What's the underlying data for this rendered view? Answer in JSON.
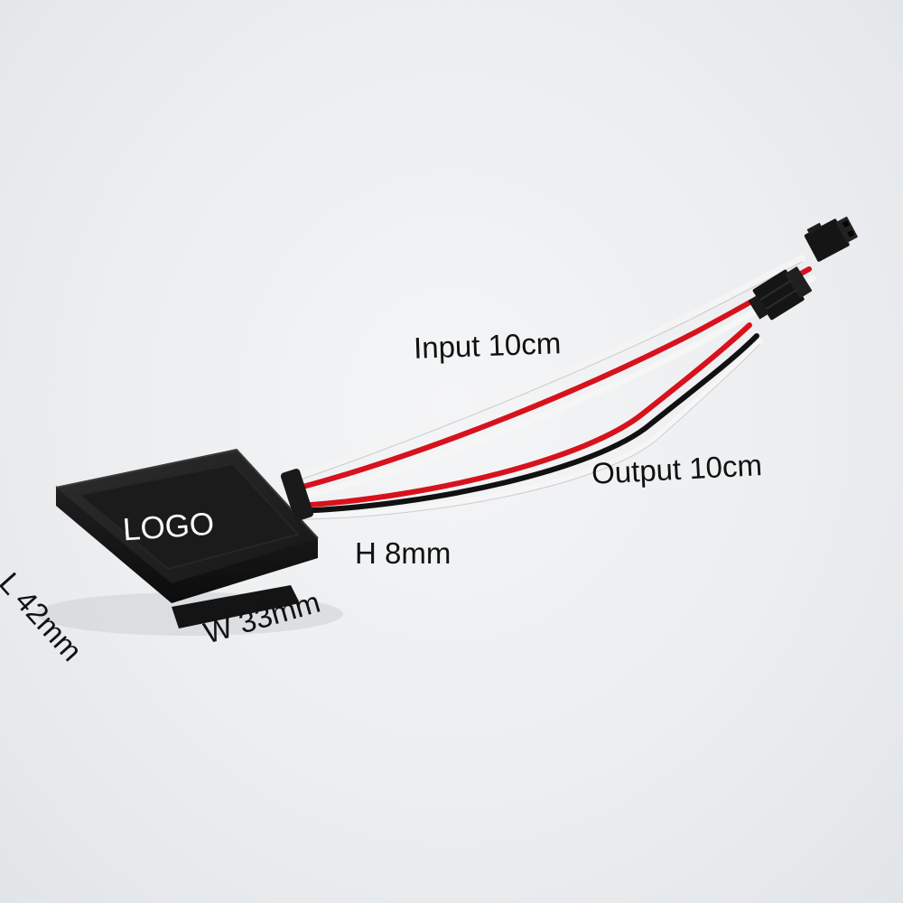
{
  "product": {
    "logo_text": "LOGO",
    "body_color": "#1c1c1c",
    "wire_colors": {
      "white": "#f4f4f4",
      "red": "#d7121d",
      "black": "#111111"
    },
    "connector_color": "#151515"
  },
  "annotations": {
    "input": "Input 10cm",
    "output": "Output 10cm",
    "height": "H 8mm",
    "width": "W 33mm",
    "length": "L 42mm"
  }
}
